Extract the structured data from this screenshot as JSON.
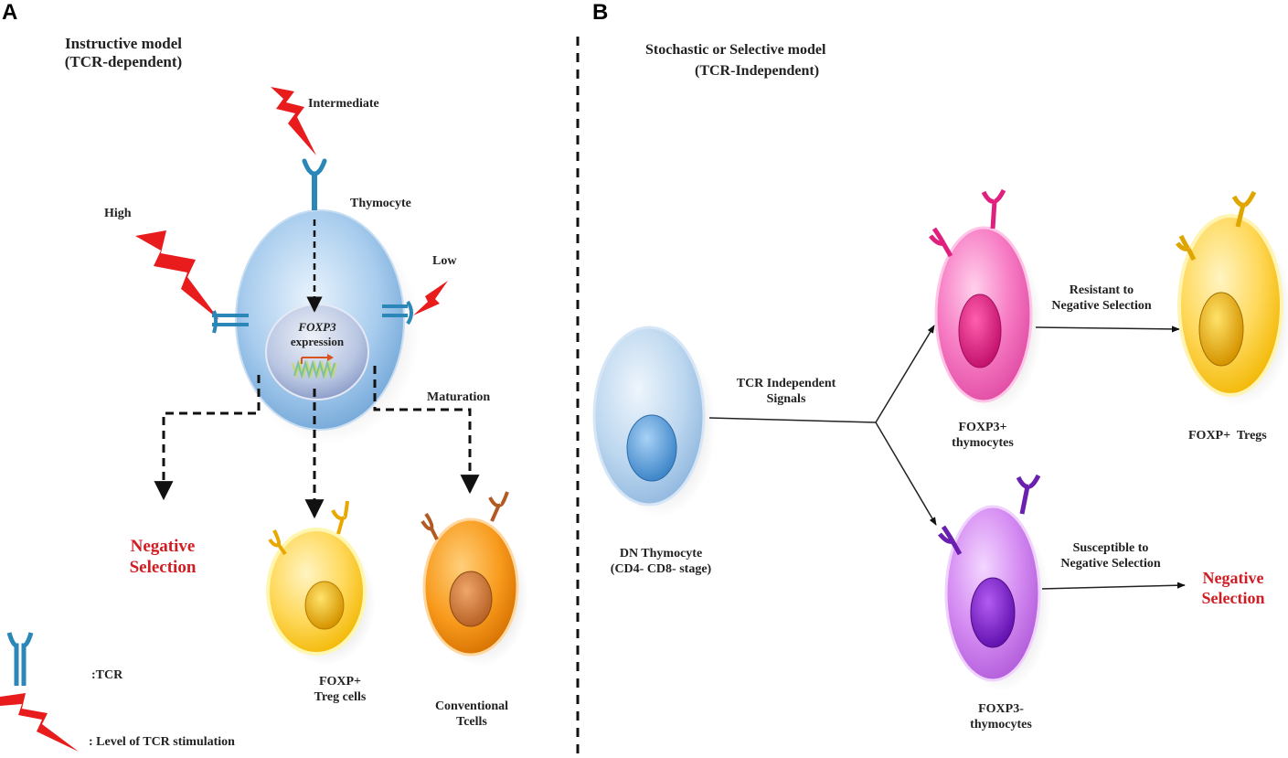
{
  "panel_a": {
    "letter": "A",
    "title_line1": "Instructive model",
    "title_line2": "(TCR-dependent)",
    "intermediate": "Intermediate",
    "thymocyte": "Thymocyte",
    "high": "High",
    "low": "Low",
    "nucleus_gene": "FOXP3",
    "nucleus_text": "expression",
    "maturation": "Maturation",
    "negative_line1": "Negative",
    "negative_line2": "Selection",
    "treg_line1": "FOXP+",
    "treg_line2": "Treg cells",
    "conv_line1": "Conventional",
    "conv_line2": "Tcells",
    "legend_tcr": ":TCR",
    "legend_level": ": Level of TCR stimulation"
  },
  "panel_b": {
    "letter": "B",
    "title_line1": "Stochastic or Selective model",
    "title_line2": "(TCR-Independent)",
    "signals_line1": "TCR Independent",
    "signals_line2": "Signals",
    "dn_line1": "DN  Thymocyte",
    "dn_line2": "(CD4- CD8- stage)",
    "foxp3pos_line1": "FOXP3+",
    "foxp3pos_line2": "thymocytes",
    "resistant_line1": "Resistant to",
    "resistant_line2": "Negative Selection",
    "tregs": "FOXP+  Tregs",
    "susceptible_line1": "Susceptible to",
    "susceptible_line2": "Negative Selection",
    "negative_line1": "Negative",
    "negative_line2": "Selection",
    "foxp3neg_line1": "FOXP3-",
    "foxp3neg_line2": "thymocytes"
  },
  "colors": {
    "tcr": "#2b87b8",
    "lightning": "#e81c1c",
    "negative_text": "#d01d24",
    "thymocyte_cell": "#9cc6ea",
    "treg_cell": "#ffd548",
    "conventional_cell": "#f7941d",
    "foxp3_pos_cell": "#f35fb5",
    "foxp3_neg_cell": "#c170e8",
    "dn_cell": "#b9d5ee"
  }
}
